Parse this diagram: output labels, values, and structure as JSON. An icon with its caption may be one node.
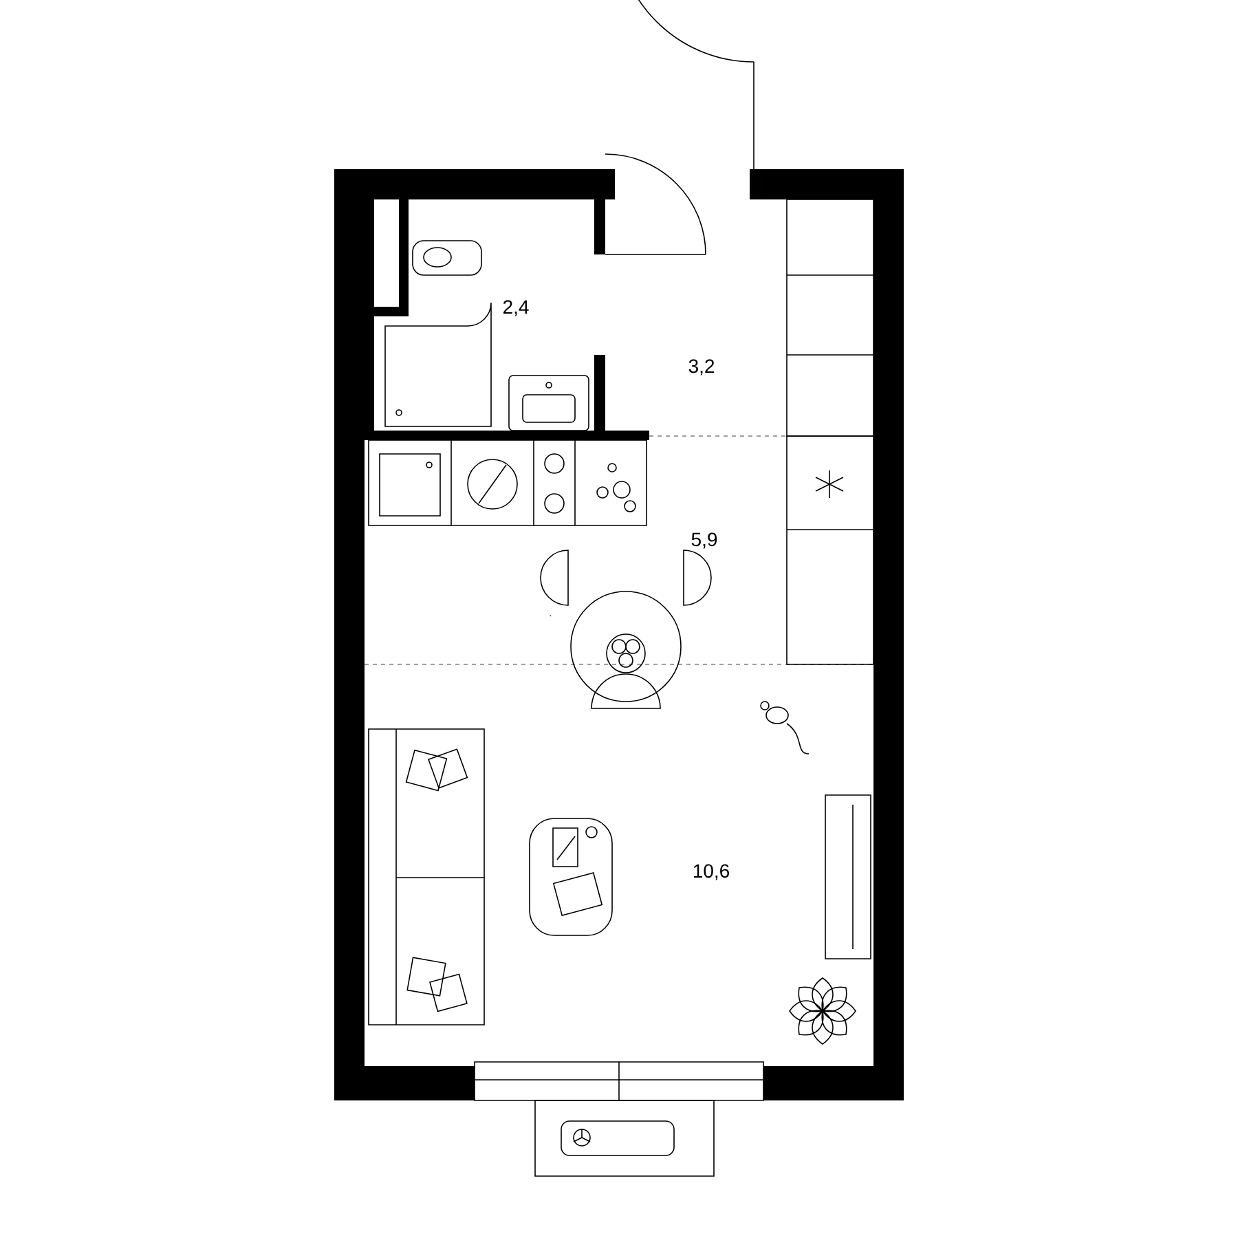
{
  "diagram": {
    "labels": [
      "2,4",
      "3,2",
      "5,9",
      "10,6"
    ]
  }
}
